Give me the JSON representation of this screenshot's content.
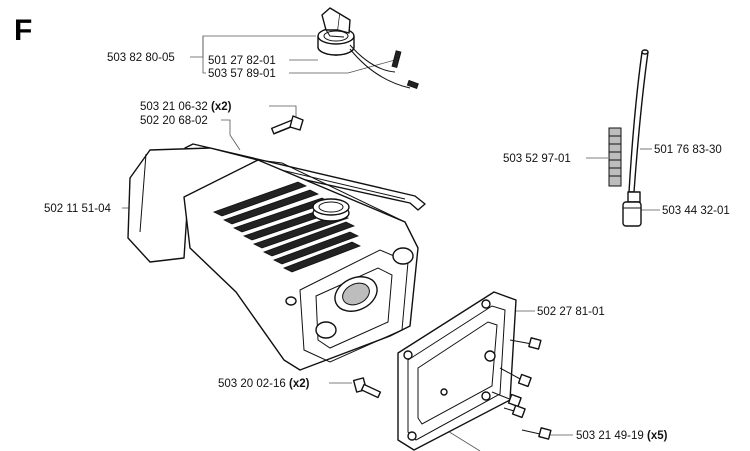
{
  "section_letter": "F",
  "parts": [
    {
      "number": "503 82 80-05",
      "qty": ""
    },
    {
      "number": "501 27 82-01",
      "qty": ""
    },
    {
      "number": "503 57 89-01",
      "qty": ""
    },
    {
      "number": "503 21 06-32",
      "qty": "(x2)"
    },
    {
      "number": "502 20 68-02",
      "qty": ""
    },
    {
      "number": "502 11 51-04",
      "qty": ""
    },
    {
      "number": "503 52 97-01",
      "qty": ""
    },
    {
      "number": "501 76 83-30",
      "qty": ""
    },
    {
      "number": "503 44 32-01",
      "qty": ""
    },
    {
      "number": "502 27 81-01",
      "qty": ""
    },
    {
      "number": "503 20 02-16",
      "qty": "(x2)"
    },
    {
      "number": "503 21 49-19",
      "qty": "(x5)"
    }
  ]
}
